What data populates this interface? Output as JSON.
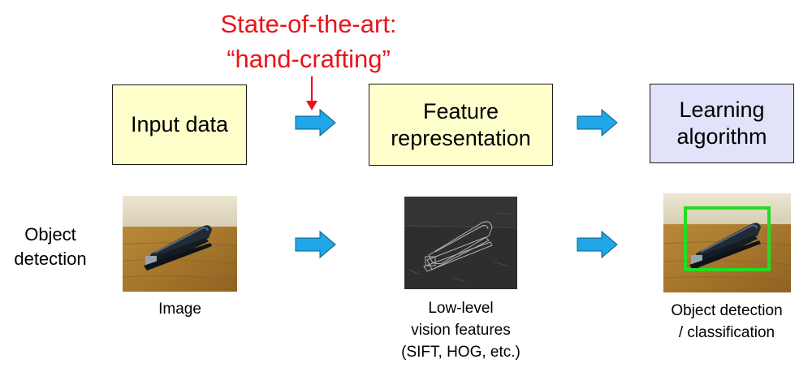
{
  "annotation": {
    "line1": "State-of-the-art:",
    "line2": "“hand-crafting”",
    "color": "#e8141b"
  },
  "pipeline": {
    "input": {
      "label": "Input data",
      "color": "#ffffcc"
    },
    "feature": {
      "line1": "Feature",
      "line2": "representation",
      "color": "#ffffcc"
    },
    "learning": {
      "line1": "Learning",
      "line2": "algorithm",
      "color": "#e2e2fb"
    }
  },
  "row_label": {
    "line1": "Object",
    "line2": "detection"
  },
  "examples": {
    "image": {
      "caption": "Image"
    },
    "features": {
      "line1": "Low-level",
      "line2": "vision features",
      "line3": "(SIFT, HOG, etc.)"
    },
    "result": {
      "line1": "Object detection",
      "line2": "/ classification",
      "box_color": "#22dd22"
    }
  },
  "icons": {
    "flow_arrow": "right-arrow-icon",
    "annotation_arrow": "down-arrow-icon",
    "arrow_color": "#1fa7e8"
  }
}
